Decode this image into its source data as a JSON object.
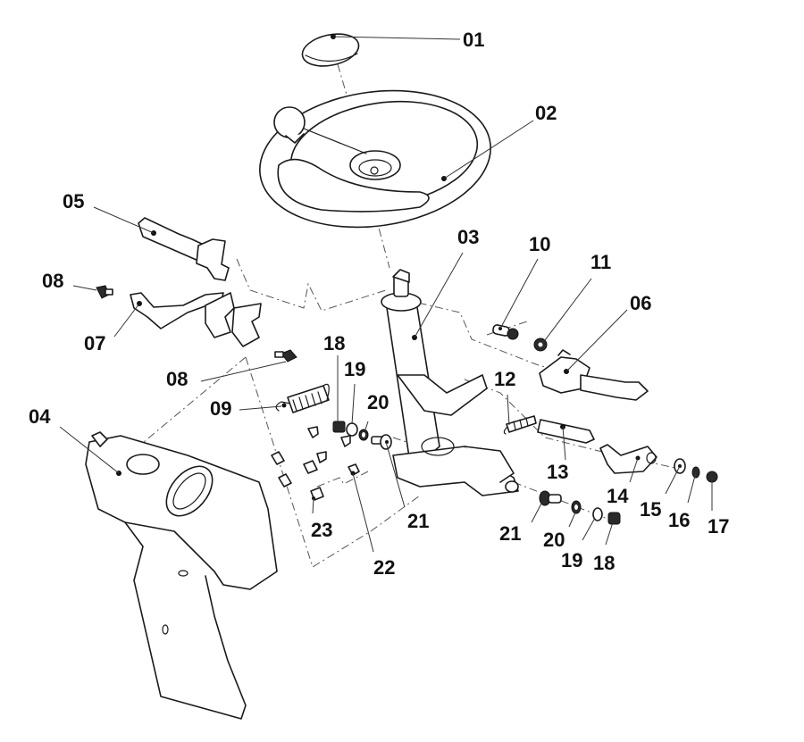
{
  "diagram": {
    "title": "Steering column exploded parts view",
    "labels": [
      {
        "id": "01",
        "text": "01"
      },
      {
        "id": "02",
        "text": "02"
      },
      {
        "id": "03",
        "text": "03"
      },
      {
        "id": "04",
        "text": "04"
      },
      {
        "id": "05",
        "text": "05"
      },
      {
        "id": "06",
        "text": "06"
      },
      {
        "id": "07",
        "text": "07"
      },
      {
        "id": "08a",
        "text": "08"
      },
      {
        "id": "08b",
        "text": "08"
      },
      {
        "id": "09",
        "text": "09"
      },
      {
        "id": "10",
        "text": "10"
      },
      {
        "id": "11",
        "text": "11"
      },
      {
        "id": "12",
        "text": "12"
      },
      {
        "id": "13",
        "text": "13"
      },
      {
        "id": "14",
        "text": "14"
      },
      {
        "id": "15",
        "text": "15"
      },
      {
        "id": "16",
        "text": "16"
      },
      {
        "id": "17",
        "text": "17"
      },
      {
        "id": "18a",
        "text": "18"
      },
      {
        "id": "19a",
        "text": "19"
      },
      {
        "id": "20a",
        "text": "20"
      },
      {
        "id": "21a",
        "text": "21"
      },
      {
        "id": "22",
        "text": "22"
      },
      {
        "id": "23",
        "text": "23"
      },
      {
        "id": "21b",
        "text": "21"
      },
      {
        "id": "20b",
        "text": "20"
      },
      {
        "id": "19b",
        "text": "19"
      },
      {
        "id": "18b",
        "text": "18"
      }
    ],
    "parts": [
      {
        "number": "01",
        "icon": "cap-icon"
      },
      {
        "number": "02",
        "icon": "steering-wheel-icon"
      },
      {
        "number": "03",
        "icon": "steering-column-icon"
      },
      {
        "number": "04",
        "icon": "column-cover-icon"
      },
      {
        "number": "05",
        "icon": "lever-left-icon"
      },
      {
        "number": "06",
        "icon": "lever-right-icon"
      },
      {
        "number": "07",
        "icon": "bracket-icon"
      },
      {
        "number": "08",
        "icon": "clip-icon"
      },
      {
        "number": "09",
        "icon": "spring-icon"
      },
      {
        "number": "10",
        "icon": "pin-icon"
      },
      {
        "number": "11",
        "icon": "washer-icon"
      },
      {
        "number": "12",
        "icon": "spring-icon"
      },
      {
        "number": "13",
        "icon": "shaft-icon"
      },
      {
        "number": "14",
        "icon": "arm-icon"
      },
      {
        "number": "15",
        "icon": "washer-icon"
      },
      {
        "number": "16",
        "icon": "washer-icon"
      },
      {
        "number": "17",
        "icon": "nut-icon"
      },
      {
        "number": "18",
        "icon": "nut-icon"
      },
      {
        "number": "19",
        "icon": "washer-icon"
      },
      {
        "number": "20",
        "icon": "washer-icon"
      },
      {
        "number": "21",
        "icon": "bolt-icon"
      },
      {
        "number": "22",
        "icon": "screw-icon"
      },
      {
        "number": "23",
        "icon": "clip-icon"
      }
    ]
  }
}
